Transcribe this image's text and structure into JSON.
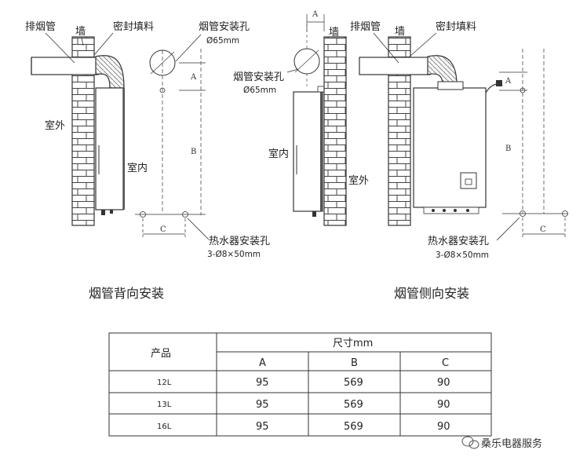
{
  "left_diagram": {
    "labels": {
      "exhaust_pipe": "排烟管",
      "wall": "墙",
      "sealant": "密封填料",
      "flue_hole": "烟管安装孔",
      "flue_dia": "Ø65mm",
      "outdoor": "室外",
      "indoor": "室内",
      "heater_hole": "热水器安装孔",
      "heater_hole_spec": "3-Ø8×50mm",
      "dim_a": "A",
      "dim_b": "B",
      "dim_c": "C"
    },
    "title": "烟管背向安装"
  },
  "right_diagram": {
    "labels": {
      "exhaust_pipe": "排烟管",
      "wall": "墙",
      "sealant": "密封填料",
      "flue_hole": "烟管安装孔",
      "flue_dia": "Ø65mm",
      "outdoor": "室外",
      "indoor": "室内",
      "heater_hole": "热水器安装孔",
      "heater_hole_spec": "3-Ø8×50mm",
      "dim_a": "A",
      "dim_b": "B",
      "dim_c": "C",
      "dim_a_top": "A"
    },
    "title": "烟管侧向安装"
  },
  "table": {
    "product_header": "产品",
    "size_header": "尺寸mm",
    "columns": [
      "A",
      "B",
      "C"
    ],
    "rows": [
      {
        "product": "12L",
        "values": [
          "95",
          "569",
          "90"
        ]
      },
      {
        "product": "13L",
        "values": [
          "95",
          "569",
          "90"
        ]
      },
      {
        "product": "16L",
        "values": [
          "95",
          "569",
          "90"
        ]
      }
    ]
  },
  "watermark": "桑乐电器服务",
  "colors": {
    "line": "#333333",
    "brick": "#444444",
    "watermark": "#333333"
  }
}
